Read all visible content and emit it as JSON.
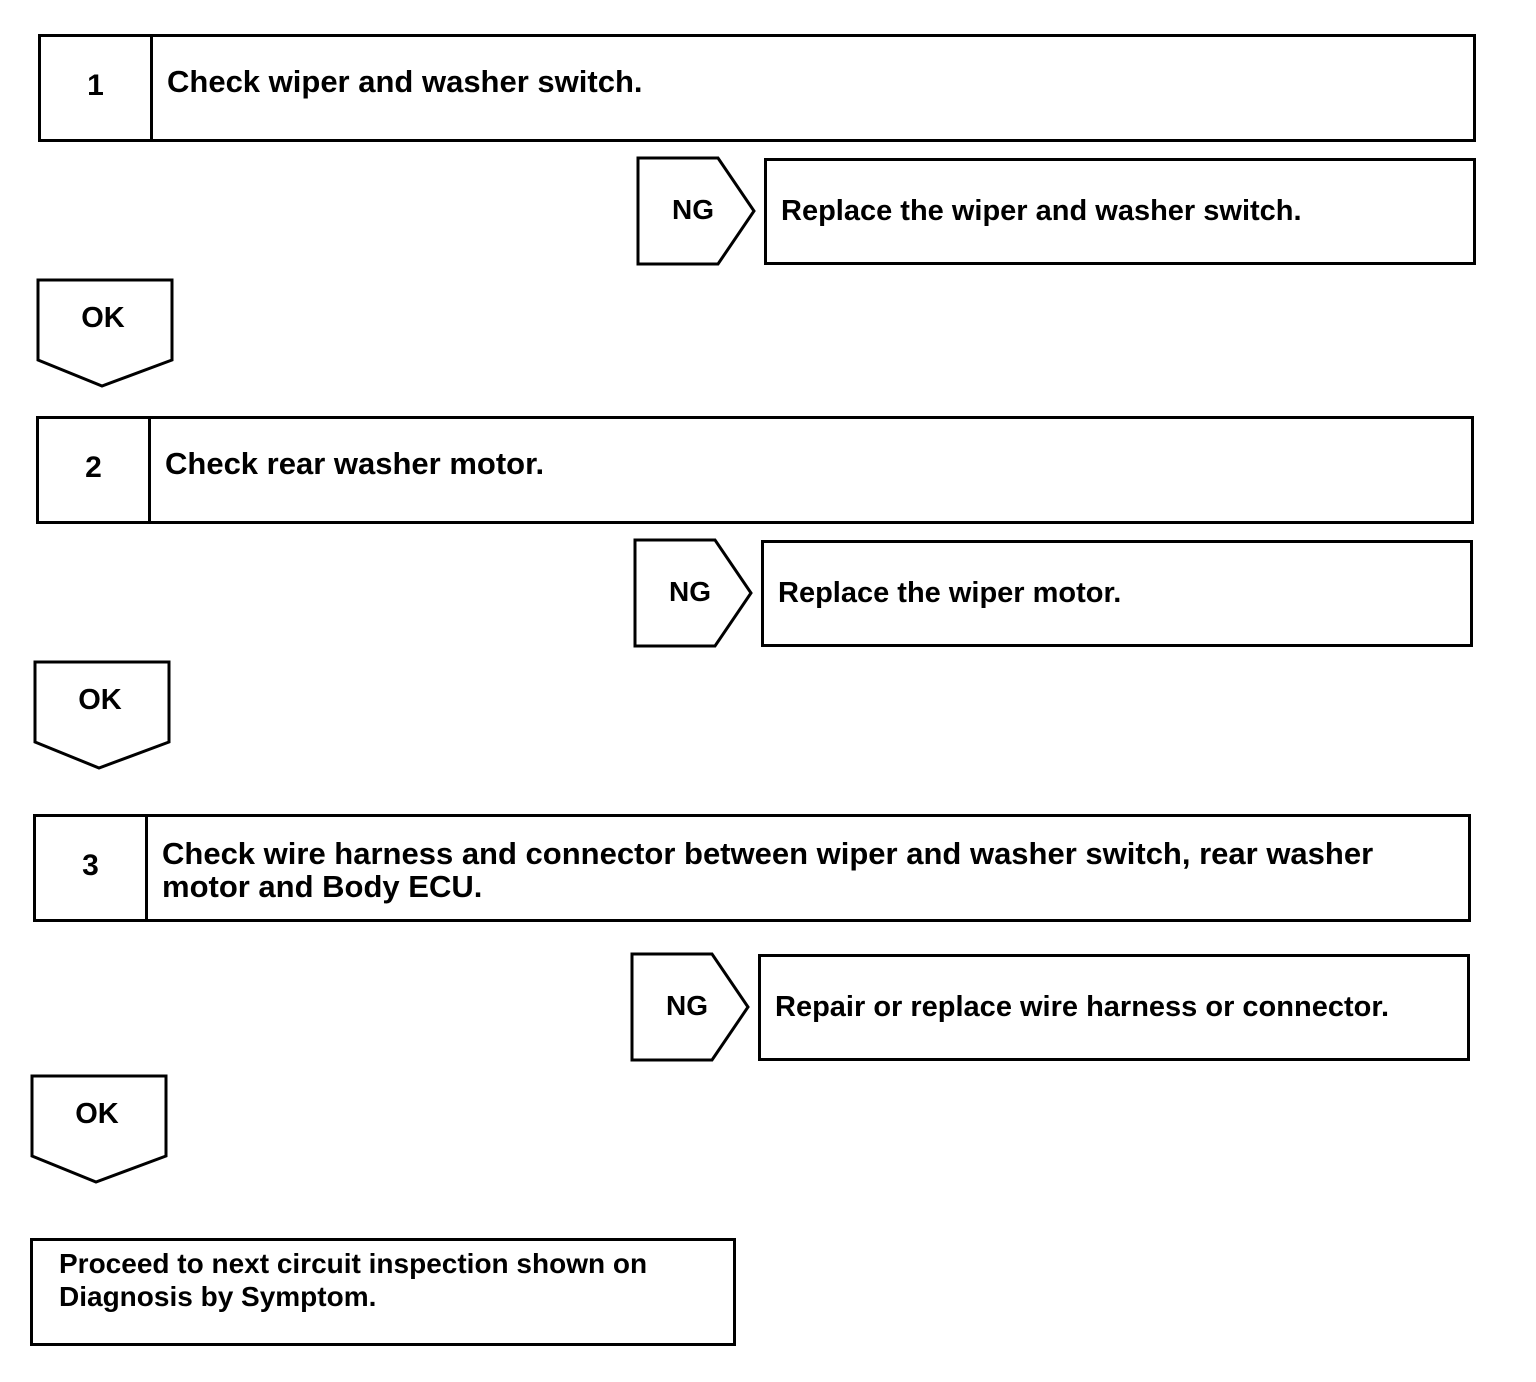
{
  "steps": [
    {
      "number": "1",
      "text": "Check wiper and washer switch.",
      "ng_label": "NG",
      "ng_action": "Replace the wiper and washer switch.",
      "ok_label": "OK"
    },
    {
      "number": "2",
      "text": "Check rear washer motor.",
      "ng_label": "NG",
      "ng_action": "Replace the wiper motor.",
      "ok_label": "OK"
    },
    {
      "number": "3",
      "text": "Check wire harness and connector between wiper and washer switch, rear washer motor and Body ECU.",
      "ng_label": "NG",
      "ng_action": "Repair or replace wire harness or connector.",
      "ok_label": "OK"
    }
  ],
  "final": {
    "text": "Proceed to next circuit inspection shown on Diagnosis by Symptom."
  }
}
